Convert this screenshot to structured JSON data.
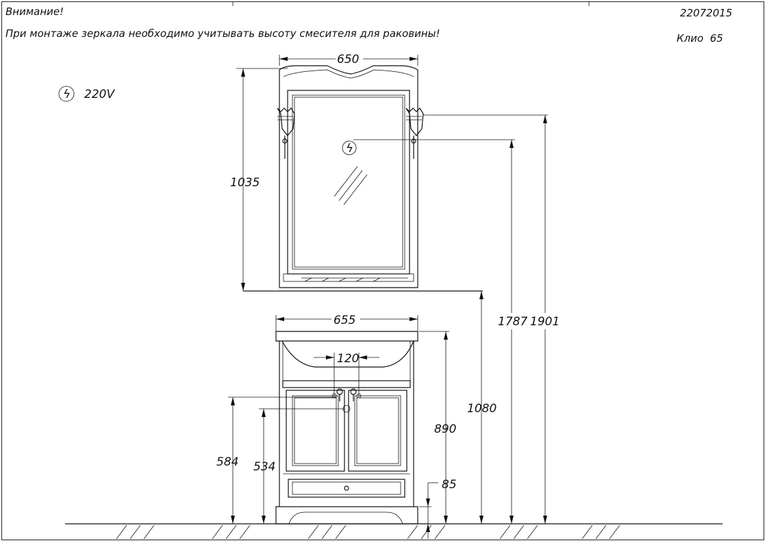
{
  "header": {
    "warning_title": "Внимание!",
    "warning_text": "При монтаже зеркала необходимо учитывать высоту смесителя для раковины!",
    "doc_code": "22072015",
    "model": "Клио  65"
  },
  "legend": {
    "power_symbol": "ϟ",
    "power_label": "220V"
  },
  "dimensions": {
    "mirror_width": "650",
    "mirror_height": "1035",
    "lamp_height": "1901",
    "outlet_height": "1787",
    "sink_width": "655",
    "faucet_spacing": "120",
    "cabinet_total_height": "1080",
    "sink_height": "890",
    "pipe_height_1": "584",
    "pipe_height_2": "534",
    "plinth_height": "85"
  }
}
